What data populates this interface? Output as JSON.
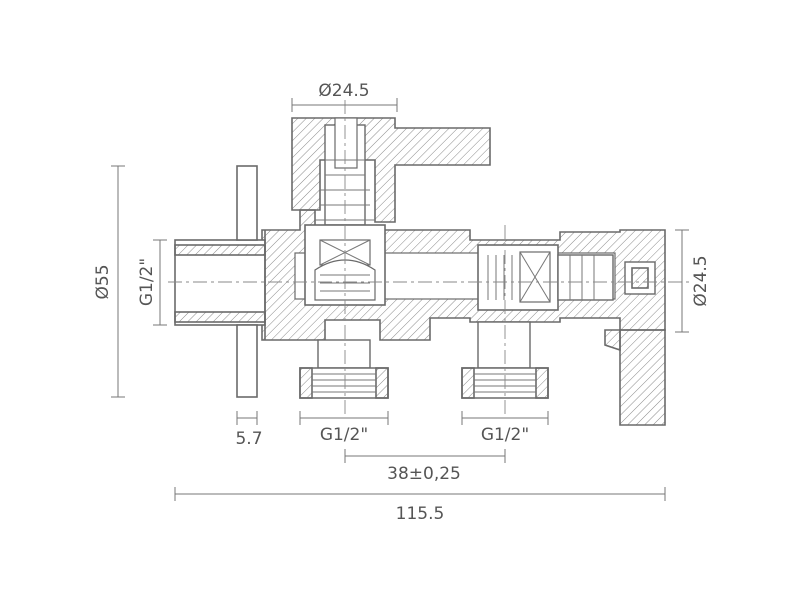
{
  "dimensions": {
    "top_diameter": "Ø24.5",
    "overall_diameter": "Ø55",
    "inlet_thread": "G1/2\"",
    "right_diameter": "Ø24.5",
    "flange_thickness": "5.7",
    "outlet_thread_left": "G1/2\"",
    "outlet_thread_right": "G1/2\"",
    "outlet_spacing": "38±0,25",
    "overall_length": "115.5"
  },
  "colors": {
    "line": "#6a6a6a",
    "text": "#555555"
  }
}
